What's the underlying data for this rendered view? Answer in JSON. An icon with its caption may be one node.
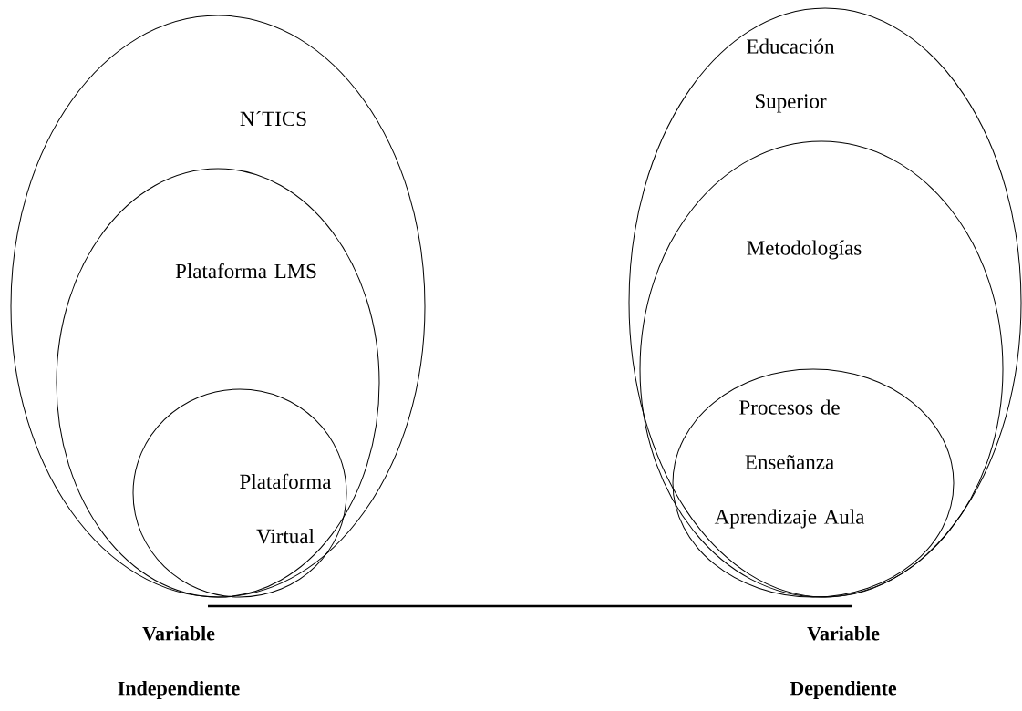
{
  "diagram": {
    "nodes": [
      {
        "text": [
          "N´TICS"
        ]
      },
      {
        "text": [
          "Plataforma LMS"
        ],
        "in": 0
      },
      {
        "text": [
          "Plataforma Virtual"
        ],
        "in": 1
      },
      {
        "text": [
          "Educación Superior"
        ]
      },
      {
        "text": [
          "Metodologías"
        ],
        "in": 3
      },
      {
        "text": [
          "Procesos de Enseñanza Aprendizaje Aula"
        ],
        "in": 4
      }
    ],
    "labels": [
      "Variable Independiente",
      "Variable Dependiente"
    ]
  }
}
